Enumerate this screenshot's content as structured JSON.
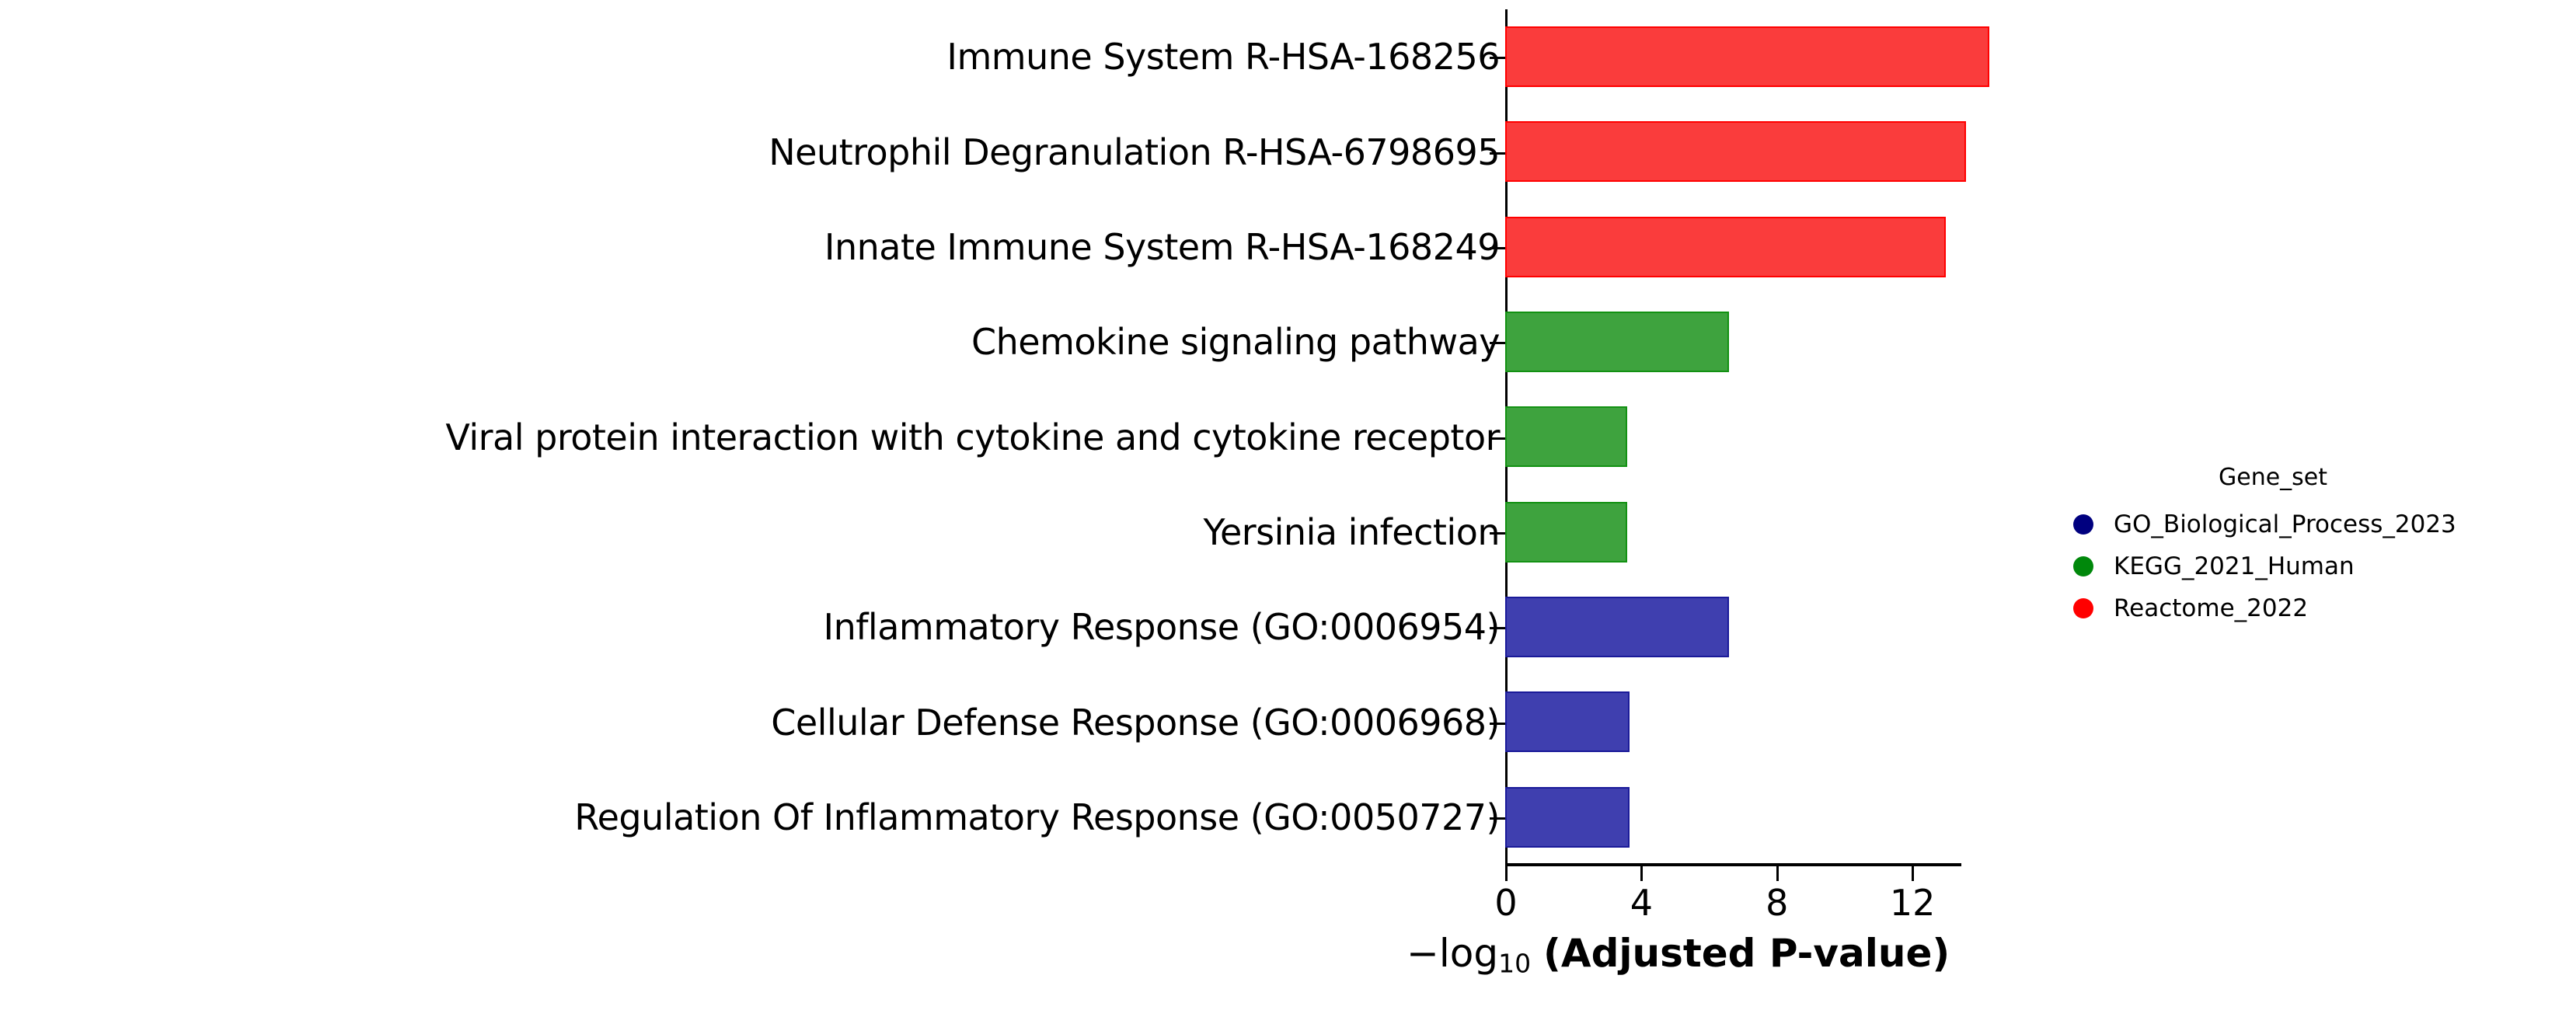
{
  "chart_data": {
    "type": "bar",
    "orientation": "horizontal",
    "title": "",
    "xlabel": "−log10 (Adjusted P-value)",
    "xlabel_parts": {
      "prefix": "−log",
      "subscript": "10",
      "bold": "(Adjusted P-value)"
    },
    "ylabel": "",
    "xlim": [
      0,
      15.1
    ],
    "xticks": [
      0,
      4,
      8,
      12
    ],
    "xticklabels": [
      "0",
      "4",
      "8",
      "12"
    ],
    "grid": false,
    "categories": [
      "Immune System R-HSA-168256",
      "Neutrophil Degranulation R-HSA-6798695",
      "Innate Immune System R-HSA-168249",
      "Chemokine signaling pathway",
      "Viral protein interaction with cytokine and cytokine receptor",
      "Yersinia infection",
      "Inflammatory Response (GO:0006954)",
      "Cellular Defense Response (GO:0006968)",
      "Regulation Of Inflammatory Response (GO:0050727)"
    ],
    "values": [
      14.3,
      13.6,
      13.0,
      6.6,
      3.6,
      3.6,
      6.6,
      3.67,
      3.67
    ],
    "bar_groups": [
      "Reactome_2022",
      "Reactome_2022",
      "Reactome_2022",
      "KEGG_2021_Human",
      "KEGG_2021_Human",
      "KEGG_2021_Human",
      "GO_Biological_Process_2023",
      "GO_Biological_Process_2023",
      "GO_Biological_Process_2023"
    ],
    "bar_colors": [
      "#FA3C3C",
      "#FA3C3C",
      "#FA3C3C",
      "#3EA33E",
      "#3EA33E",
      "#3EA33E",
      "#3F3FAF",
      "#3F3FAF",
      "#3F3FAF"
    ],
    "bar_edge_colors": [
      "#FF0000",
      "#FF0000",
      "#FF0000",
      "#129112",
      "#129112",
      "#129112",
      "#1A1A99",
      "#1A1A99",
      "#1A1A99"
    ],
    "legend": {
      "position": "right",
      "title": "Gene_set",
      "entries": [
        {
          "label": "GO_Biological_Process_2023",
          "color": "#00007F"
        },
        {
          "label": "KEGG_2021_Human",
          "color": "#00880B"
        },
        {
          "label": "Reactome_2022",
          "color": "#FF0000"
        }
      ]
    }
  }
}
